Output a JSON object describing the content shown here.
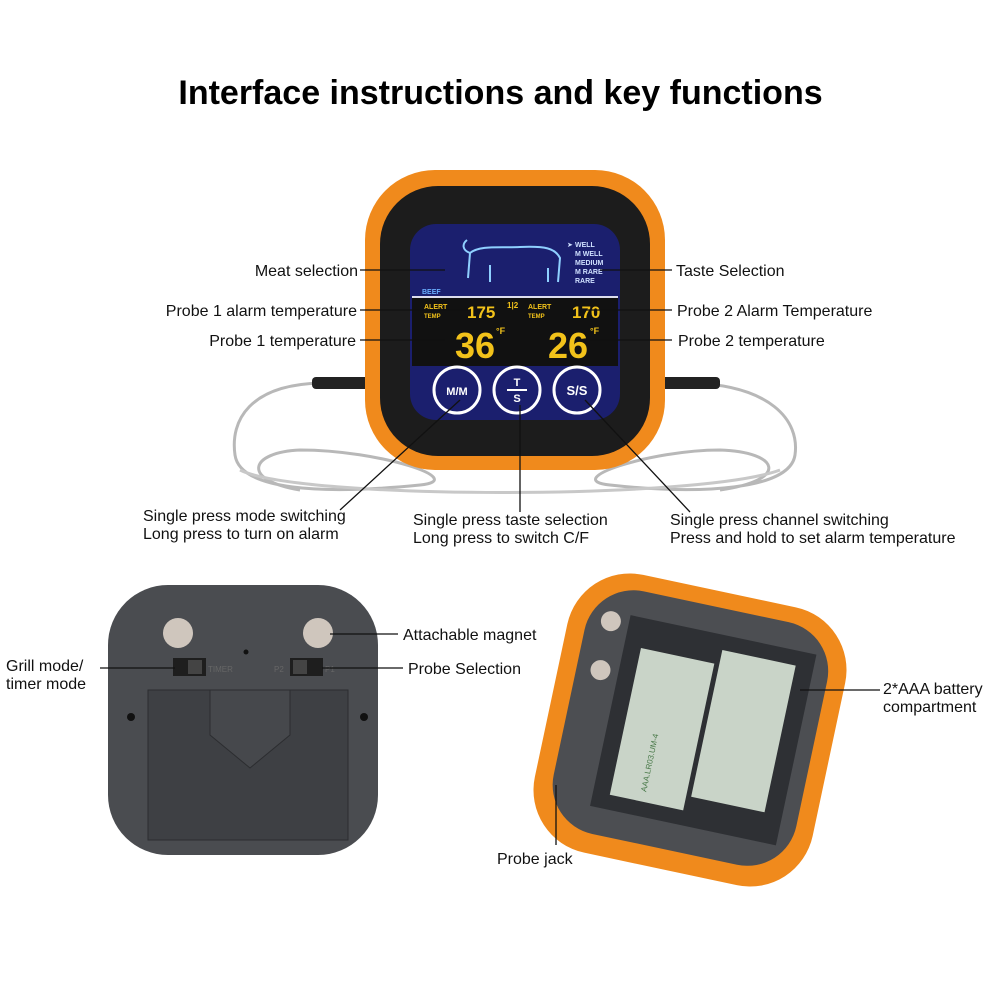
{
  "title": "Interface instructions and key functions",
  "lcd": {
    "meat": "BEEF",
    "taste_levels": [
      "WELL",
      "M WELL",
      "MEDIUM",
      "M RARE",
      "RARE"
    ],
    "alert_label": "ALERT",
    "temp_label": "TEMP",
    "probe1_alarm": "175",
    "probe2_alarm": "170",
    "probe1_temp": "36",
    "probe2_temp": "26",
    "unit": "°F",
    "channel": "1|2",
    "buttons": {
      "mode": "M/M",
      "taste_top": "T",
      "taste_bottom": "S",
      "channel": "S/S"
    },
    "colors": {
      "screen": "#1b1f6e",
      "digits": "#f2c21a",
      "cow": "#8fd0ff",
      "body": "#f08a1c"
    }
  },
  "labels": {
    "meat_selection": "Meat selection",
    "taste_selection": "Taste Selection",
    "probe1_alarm": "Probe 1 alarm temperature",
    "probe2_alarm": "Probe 2 Alarm Temperature",
    "probe1_temp": "Probe 1 temperature",
    "probe2_temp": "Probe 2 temperature",
    "mode_btn_1": "Single press mode switching",
    "mode_btn_2": "Long press to turn on alarm",
    "taste_btn_1": "Single press taste selection",
    "taste_btn_2": "Long press to switch C/F",
    "channel_btn_1": "Single press channel switching",
    "channel_btn_2": "Press and hold to set alarm temperature",
    "magnet": "Attachable magnet",
    "probe_selection": "Probe Selection",
    "grill_mode_1": "Grill mode/",
    "grill_mode_2": "timer mode",
    "battery_1": "2*AAA battery",
    "battery_2": "compartment",
    "probe_jack": "Probe jack"
  },
  "back": {
    "switch1_right": "TIMER",
    "switch2_left": "P2",
    "switch2_right": "P1",
    "battery_text": "AAA.LR03.UM-4"
  }
}
